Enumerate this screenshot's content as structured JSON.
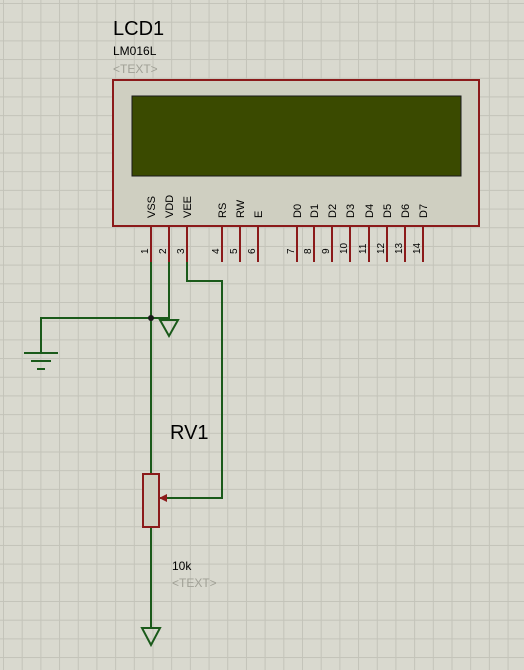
{
  "lcd": {
    "ref": "LCD1",
    "part": "LM016L",
    "text_placeholder": "<TEXT>",
    "pins": [
      {
        "name": "VSS",
        "num": "1"
      },
      {
        "name": "VDD",
        "num": "2"
      },
      {
        "name": "VEE",
        "num": "3"
      },
      {
        "name": "RS",
        "num": "4"
      },
      {
        "name": "RW",
        "num": "5"
      },
      {
        "name": "E",
        "num": "6"
      },
      {
        "name": "D0",
        "num": "7"
      },
      {
        "name": "D1",
        "num": "8"
      },
      {
        "name": "D2",
        "num": "9"
      },
      {
        "name": "D3",
        "num": "10"
      },
      {
        "name": "D4",
        "num": "11"
      },
      {
        "name": "D5",
        "num": "12"
      },
      {
        "name": "D6",
        "num": "13"
      },
      {
        "name": "D7",
        "num": "14"
      }
    ]
  },
  "pot": {
    "ref": "RV1",
    "value": "10k",
    "text_placeholder": "<TEXT>"
  },
  "colors": {
    "body_fill": "#cfcfc1",
    "body_border": "#8b1a1a",
    "screen_fill": "#3a4a00",
    "pin_line": "#8b1a1a",
    "wire": "#1a5a1a",
    "grid": "#c3c3b9"
  }
}
